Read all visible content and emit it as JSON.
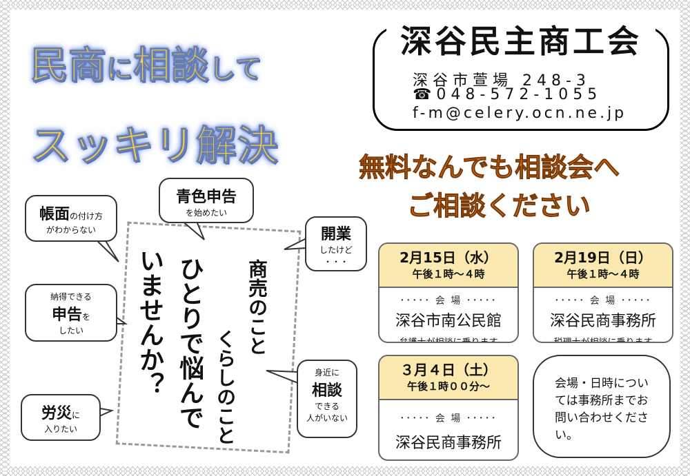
{
  "headline": {
    "line1_a": "民商",
    "line1_b": "に",
    "line1_c": "相談",
    "line1_d": "して",
    "line2": "スッキリ解決"
  },
  "org": {
    "name": "深谷民主商工会",
    "address": "深谷市萱場 248-3",
    "tel": "☎048-572-1055",
    "email": "f-m@celery.ocn.ne.jp"
  },
  "promo": {
    "line1": "無料なんでも相談会へ",
    "line2": "ご相談ください"
  },
  "events": [
    {
      "date": "2月15日（水）",
      "time": "午後１時～４時",
      "venue_label": "･････ 会 場 ･････",
      "venue": "深谷市南公民館",
      "note": "弁護士が相談に乗ります"
    },
    {
      "date": "2月19日（日）",
      "time": "午後１時～４時",
      "venue_label": "･････ 会 場 ･････",
      "venue": "深谷民商事務所",
      "note": "税理士が相談に乗ります"
    },
    {
      "date": "３月４日（土）",
      "time": "午後１時００分～",
      "venue_label": "･････ 会 場 ･････",
      "venue": "深谷民商事務所"
    }
  ],
  "inquiry": "会場・日時については事務所までお問い合わせください。",
  "center_text": {
    "v1": "商売のこと",
    "v2": "くらしのこと",
    "v3": "ひとりで悩んで",
    "v4": "いませんか？"
  },
  "bubbles": {
    "b1": {
      "big": "帳面",
      "small1": "の付け方",
      "small2": "がわからない"
    },
    "b2": {
      "big": "青色申告",
      "small": "を始めたい"
    },
    "b3": {
      "big": "開業",
      "small1": "したけど",
      "small2": "・・・"
    },
    "b4": {
      "small1": "納得できる",
      "big": "申告",
      "small2": "を",
      "small3": "したい"
    },
    "b5": {
      "small1": "身近に",
      "big": "相談",
      "small2": "できる",
      "small3": "人がいない"
    },
    "b6": {
      "big": "労災",
      "small1": "に",
      "small2": "入りたい"
    }
  }
}
